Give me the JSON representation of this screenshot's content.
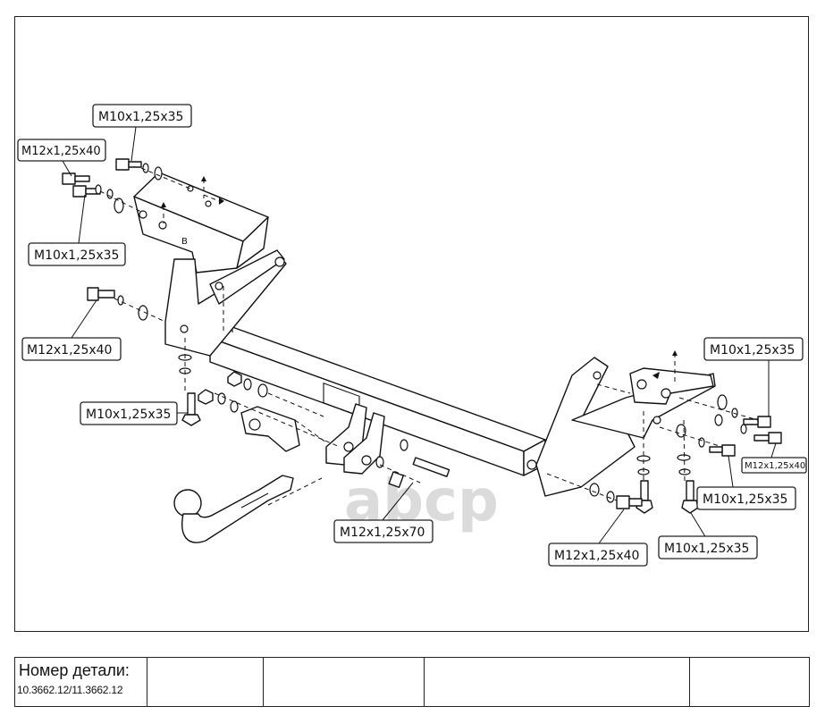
{
  "watermark": "abcp",
  "mark_b": "B",
  "labels": {
    "bolt_top_1": "M10x1,25x35",
    "bolt_top_2": "M12x1,25x40",
    "bolt_top_3": "M10x1,25x35",
    "bolt_left_mid": "M12x1,25x40",
    "bolt_left_low": "M10x1,25x35",
    "bolt_center": "M12x1,25x70",
    "bolt_right_top": "M10x1,25x35",
    "bolt_right_small": "M12x1,25x40",
    "bolt_right_mid": "M10x1,25x35",
    "bolt_bottom_1": "M12x1,25x40",
    "bolt_bottom_2": "M10x1,25x35"
  },
  "title_block": {
    "part_number_label": "Номер детали:",
    "part_number_value": "10.3662.12/11.3662.12",
    "cells": [
      "",
      "",
      "",
      ""
    ]
  }
}
